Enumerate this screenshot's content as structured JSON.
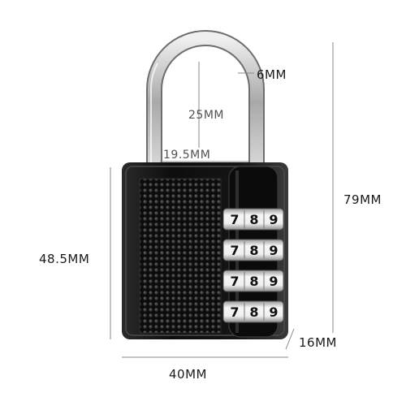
{
  "product": {
    "name": "combination-padlock",
    "body_color": "#111111",
    "shackle_color": "#c9c9c9",
    "wheel_color": "#e9e9e9",
    "wheels": [
      {
        "digits": [
          "7",
          "8",
          "9"
        ]
      },
      {
        "digits": [
          "7",
          "8",
          "9"
        ]
      },
      {
        "digits": [
          "7",
          "8",
          "9"
        ]
      },
      {
        "digits": [
          "7",
          "8",
          "9"
        ]
      }
    ]
  },
  "dimensions": {
    "shackle_diameter": "6MM",
    "shackle_clearance_height": "25MM",
    "shackle_inner_width": "19.5MM",
    "total_height": "79MM",
    "body_height": "48.5MM",
    "body_width": "40MM",
    "body_depth": "16MM"
  }
}
